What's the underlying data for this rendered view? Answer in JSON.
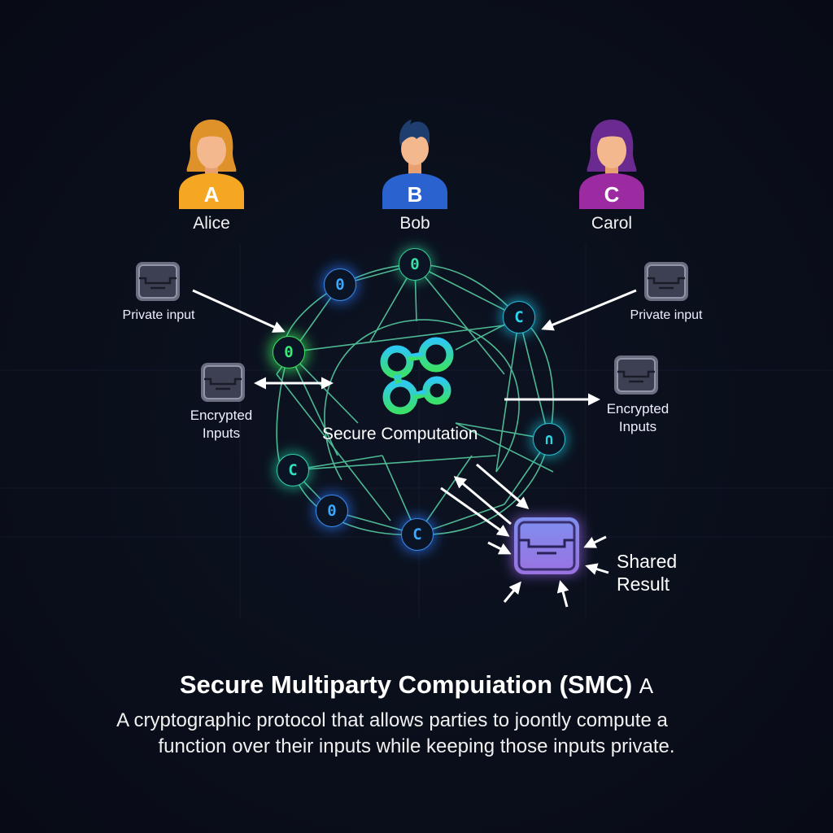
{
  "colors": {
    "background": "#0a0e1a",
    "node_green": "#39e87a",
    "node_teal": "#2fe0c8",
    "node_cyan": "#2ad4f0",
    "node_blue": "#2a9cff",
    "network_line": "#5ad6a8",
    "alice": "#f5a623",
    "bob": "#2a62d0",
    "carol": "#9c2aa0",
    "shared_box": "#8f7ae6"
  },
  "parties": [
    {
      "name": "Alice",
      "initial": "A",
      "icon": "person-female-icon"
    },
    {
      "name": "Bob",
      "initial": "B",
      "icon": "person-male-icon"
    },
    {
      "name": "Carol",
      "initial": "C",
      "icon": "person-female-icon"
    }
  ],
  "inputs": {
    "left_private": "Private input",
    "right_private": "Private input",
    "left_encrypted": [
      "Encrypted",
      "Inputs"
    ],
    "right_encrypted": [
      "Encrypted",
      "Inputs"
    ]
  },
  "network": {
    "center_label": "Secure Computation",
    "center_icon": "network-nodes-icon",
    "nodes": [
      {
        "glyph": "0",
        "color": "blue"
      },
      {
        "glyph": "0",
        "color": "teal"
      },
      {
        "glyph": "C",
        "color": "cyan"
      },
      {
        "glyph": "0",
        "color": "green"
      },
      {
        "glyph": "∩",
        "color": "cyan"
      },
      {
        "glyph": "C",
        "color": "teal"
      },
      {
        "glyph": "0",
        "color": "blue"
      },
      {
        "glyph": "C",
        "color": "blue"
      }
    ]
  },
  "result": {
    "label_line1": "Shared",
    "label_line2": "Result",
    "icon": "inbox-tray-icon"
  },
  "title": {
    "main": "Secure Multiparty Compuiation (SMC)",
    "tail": "A"
  },
  "description": {
    "line1": "A cryptographic protocol that allows parties to joontly compute a",
    "line2": "function over their inputs while keeping those inputs private."
  }
}
